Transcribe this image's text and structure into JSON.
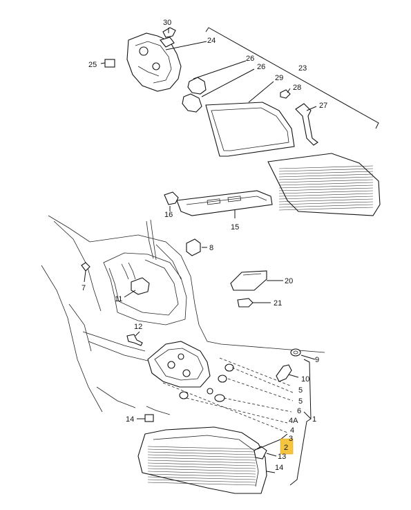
{
  "callouts": {
    "c1": "1",
    "c2": "2",
    "c3": "3",
    "c4": "4",
    "c4a": "4A",
    "c5a": "5",
    "c5b": "5",
    "c6": "6",
    "c7": "7",
    "c8": "8",
    "c9": "9",
    "c10": "10",
    "c11": "11",
    "c12": "12",
    "c13": "13",
    "c14a": "14",
    "c14b": "14",
    "c15": "15",
    "c16": "16",
    "c20": "20",
    "c21": "21",
    "c23": "23",
    "c24": "24",
    "c25": "25",
    "c26a": "26",
    "c26b": "26",
    "c27": "27",
    "c28": "28",
    "c29": "29",
    "c30": "30"
  },
  "highlight": {
    "part": "2",
    "color": "#f5c542"
  }
}
